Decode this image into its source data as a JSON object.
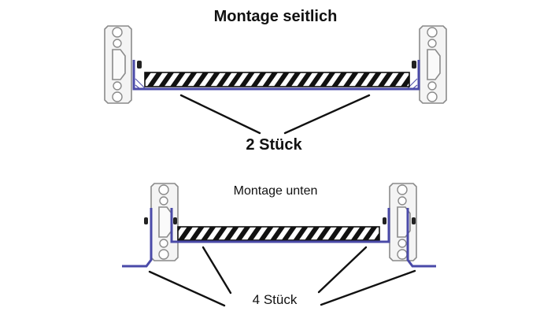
{
  "diagram": {
    "top": {
      "title": "Montage seitlich",
      "count_label": "2 Stück"
    },
    "bottom": {
      "title": "Montage unten",
      "count_label": "4 Stück"
    },
    "colors": {
      "bracket": "#4a4aa8",
      "rail_outline": "#8a8a8a",
      "board_hatch": "#111111",
      "leader_line": "#111111"
    }
  }
}
